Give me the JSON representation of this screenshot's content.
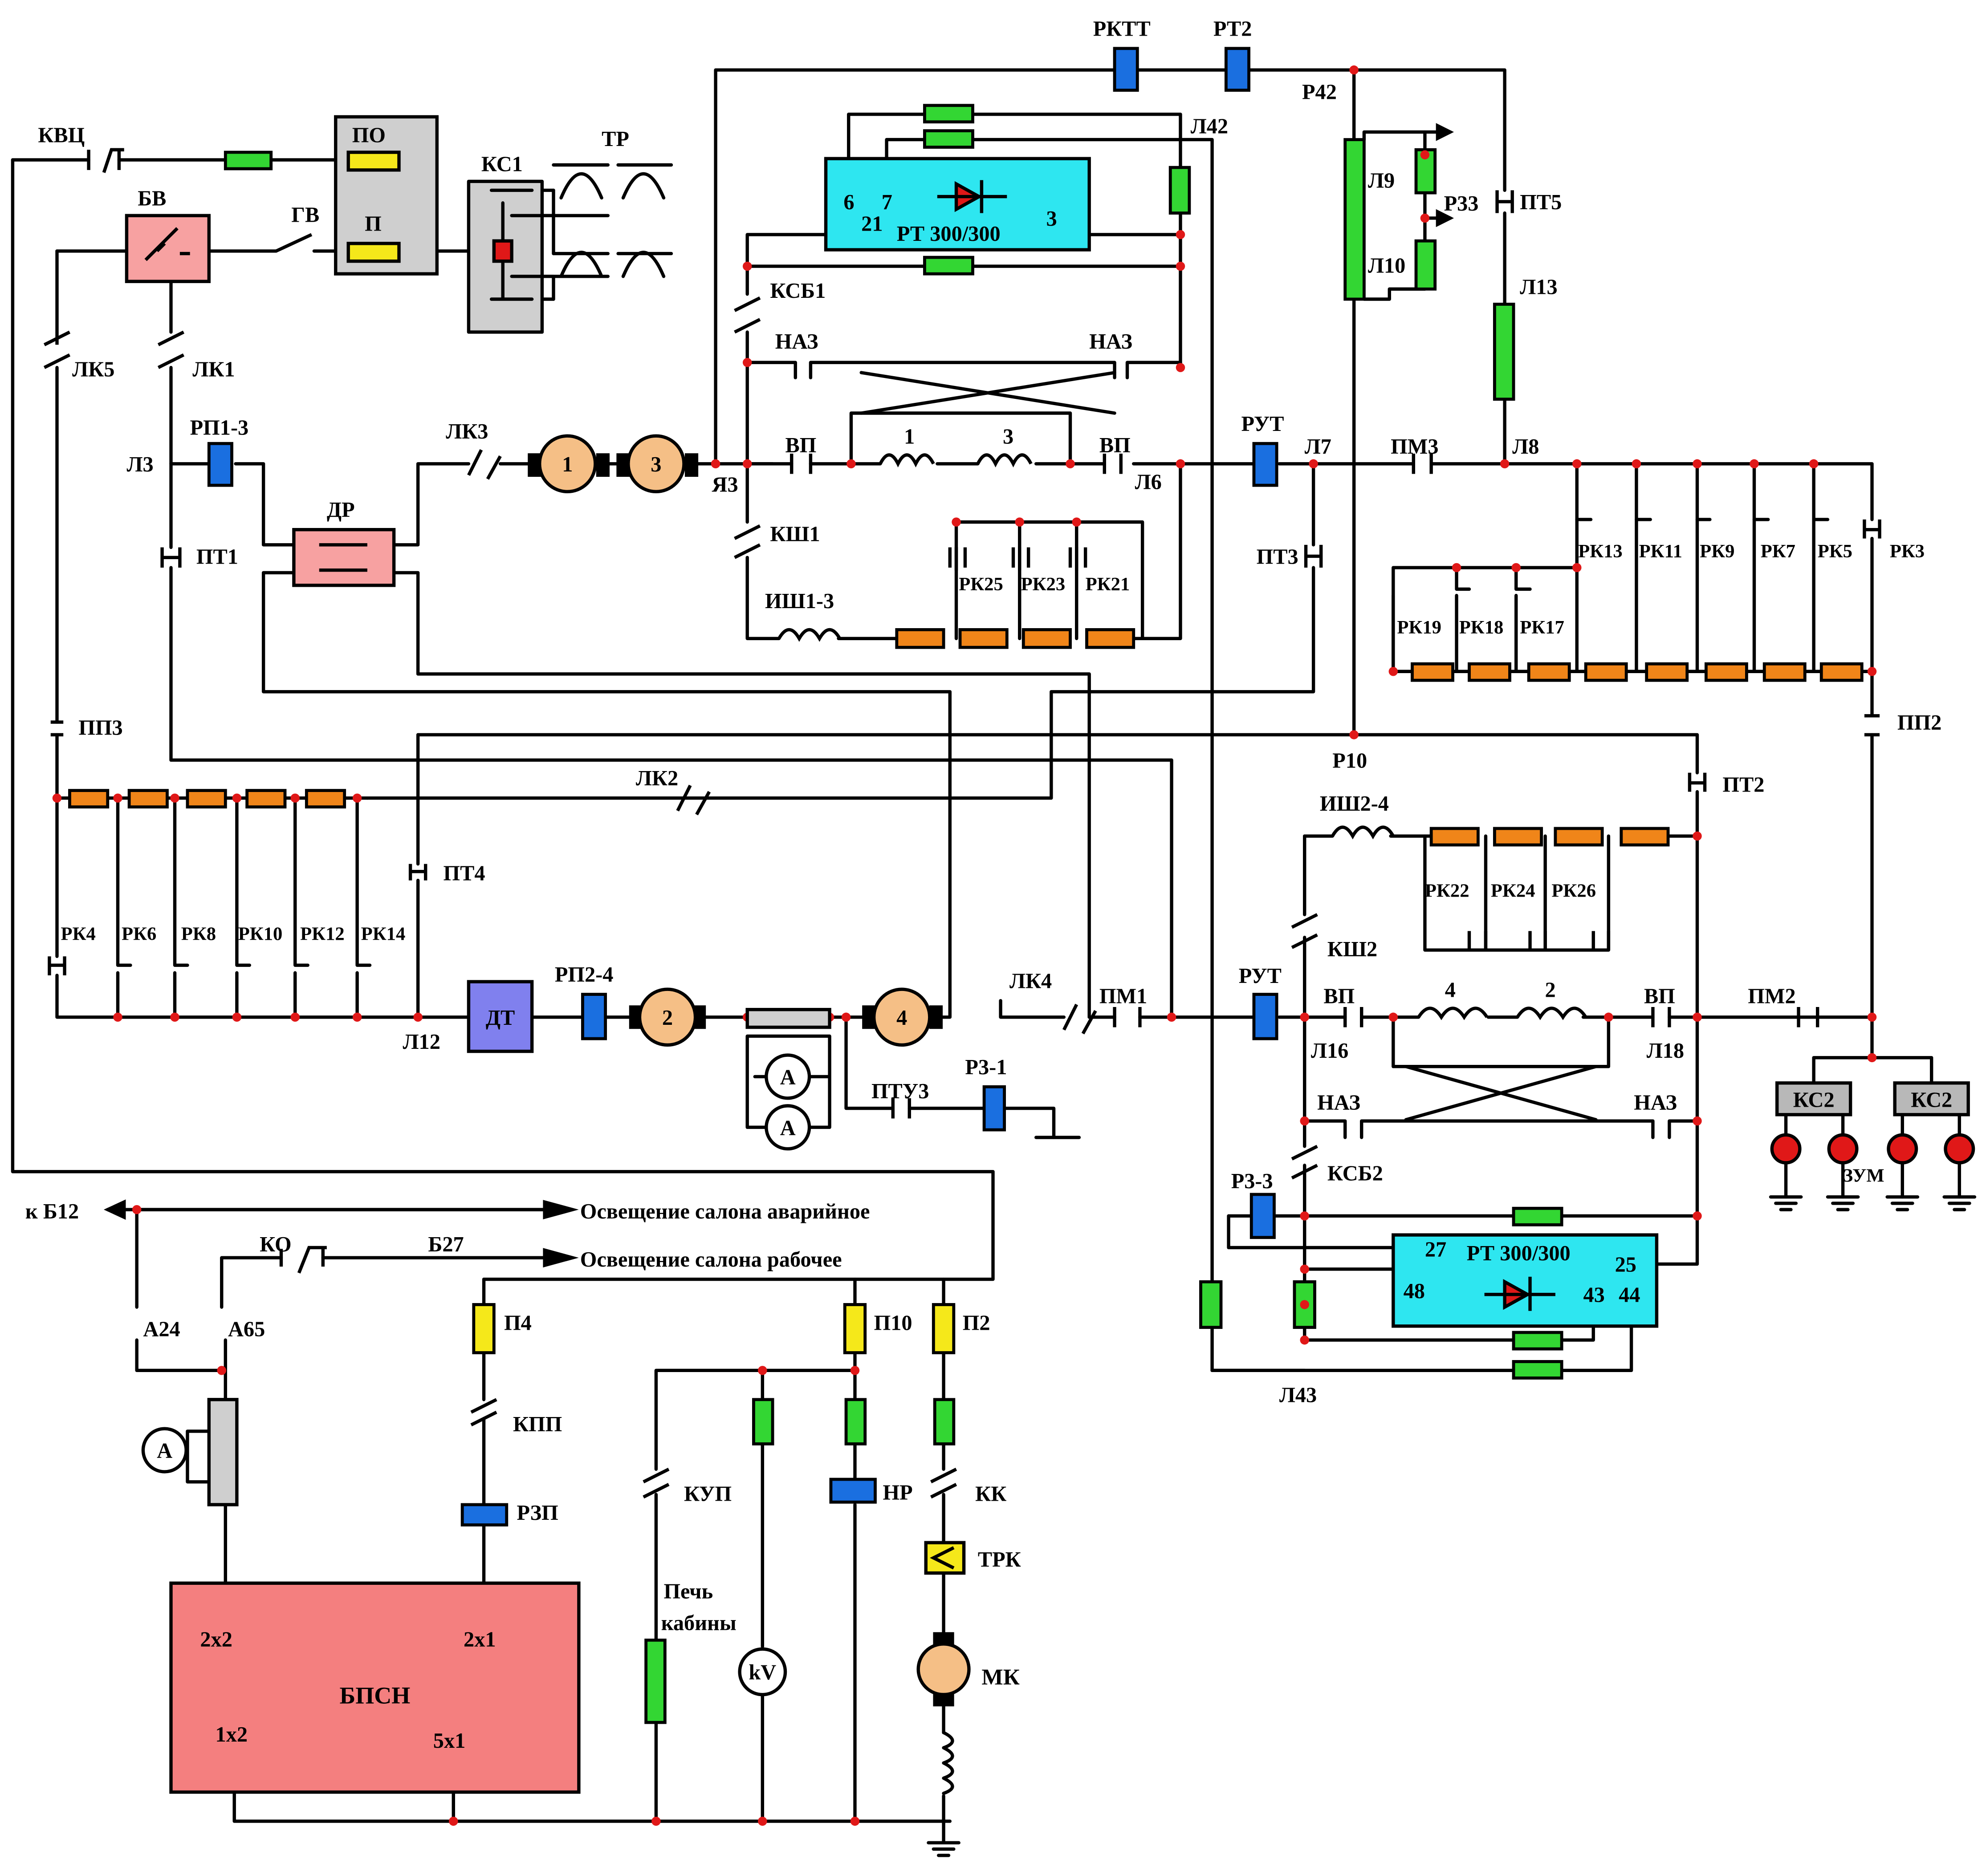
{
  "colors": {
    "wire": "#000000",
    "resistor_green": "#33d633",
    "resistor_orange": "#f08519",
    "relay_blue": "#1a6fe0",
    "fuse_yellow": "#f5e81a",
    "motor_tan": "#f5bf86",
    "block_pink": "#f47f7f",
    "block_grey": "#cfcfcf",
    "module_cyan": "#2ee6f0",
    "dt_purple": "#8080ee",
    "dot_red": "#e01818"
  },
  "legend_labels": {
    "kvc": "КВЦ",
    "bv": "БВ",
    "gv": "ГВ",
    "po": "ПО",
    "p": "П",
    "ks1": "КС1",
    "tr": "ТР",
    "lk5": "ЛК5",
    "lk1": "ЛК1",
    "l3": "Л3",
    "rp13": "РП1-3",
    "pt1": "ПТ1",
    "dr": "ДР",
    "lk3": "ЛК3",
    "m1": "1",
    "m3": "3",
    "ya3": "Я3",
    "rktt": "РКТТ",
    "rt2": "РТ2",
    "p42": "Р42",
    "l42": "Л42",
    "rt300_top": "РТ 300/300",
    "pin6": "6",
    "pin7": "7",
    "pin21": "21",
    "pin3": "3",
    "ksb1": "КСБ1",
    "naz_l": "НАЗ",
    "naz_r": "НАЗ",
    "vp_l": "ВП",
    "vp_r": "ВП",
    "coil1": "1",
    "coil3": "3",
    "l6": "Л6",
    "ksh1": "КШ1",
    "ish13": "ИШ1-3",
    "rk25": "РК25",
    "rk23": "РК23",
    "rk21": "РК21",
    "l9": "Л9",
    "l10": "Л10",
    "r33": "Р33",
    "pt5": "ПТ5",
    "l13": "Л13",
    "rut_top": "РУТ",
    "l7": "Л7",
    "pm3": "ПМ3",
    "l8": "Л8",
    "pt3": "ПТ3",
    "rk13": "РК13",
    "rk11": "РК11",
    "rk9": "РК9",
    "rk7": "РК7",
    "rk5": "РК5",
    "rk3": "РК3",
    "rk19": "РК19",
    "rk18": "РК18",
    "rk17": "РК17",
    "pp2": "ПП2",
    "p10": "Р10",
    "pt2": "ПТ2",
    "pp3": "ПП3",
    "lk2": "ЛК2",
    "pt4": "ПТ4",
    "rk4": "РК4",
    "rk6": "РК6",
    "rk8": "РК8",
    "rk10": "РК10",
    "rk12": "РК12",
    "rk14": "РК14",
    "l12": "Л12",
    "dt": "ДТ",
    "rp24": "РП2-4",
    "m2": "2",
    "m4": "4",
    "ammeter": "A",
    "ptu3": "ПТУ3",
    "r31": "Р3-1",
    "lk4": "ЛК4",
    "pm1": "ПМ1",
    "ish24": "ИШ2-4",
    "rk22": "РК22",
    "rk24": "РК24",
    "rk26": "РК26",
    "ksh2": "КШ2",
    "rut_bot": "РУТ",
    "vp_l2": "ВП",
    "vp_r2": "ВП",
    "coil4": "4",
    "coil2": "2",
    "l16": "Л16",
    "l18": "Л18",
    "pm2": "ПМ2",
    "naz_l2": "НАЗ",
    "naz_r2": "НАЗ",
    "ksb2": "КСБ2",
    "r33b": "Р3-3",
    "rt300_bot": "РТ 300/300",
    "pin27": "27",
    "pin25": "25",
    "pin48": "48",
    "pin43": "43",
    "pin44": "44",
    "l43": "Л43",
    "ks2a": "КС2",
    "ks2b": "КС2",
    "zum": "ЗУМ",
    "kb12": "к Б12",
    "light_emerg": "Освещение салона аварийное",
    "ko": "КО",
    "b27": "Б27",
    "light_work": "Освещение салона рабочее",
    "a24": "А24",
    "a65": "А65",
    "p4": "П4",
    "kpp": "КПП",
    "rzp": "РЗП",
    "bpsn": "БПСН",
    "t2x2": "2х2",
    "t2x1": "2х1",
    "t1x2": "1х2",
    "t5x1": "5х1",
    "p10f": "П10",
    "p2": "П2",
    "kup": "КУП",
    "pech1": "Печь",
    "pech2": "кабины",
    "kv": "kV",
    "nr": "НР",
    "kk": "КК",
    "trk": "ТРК",
    "mk": "МК"
  }
}
